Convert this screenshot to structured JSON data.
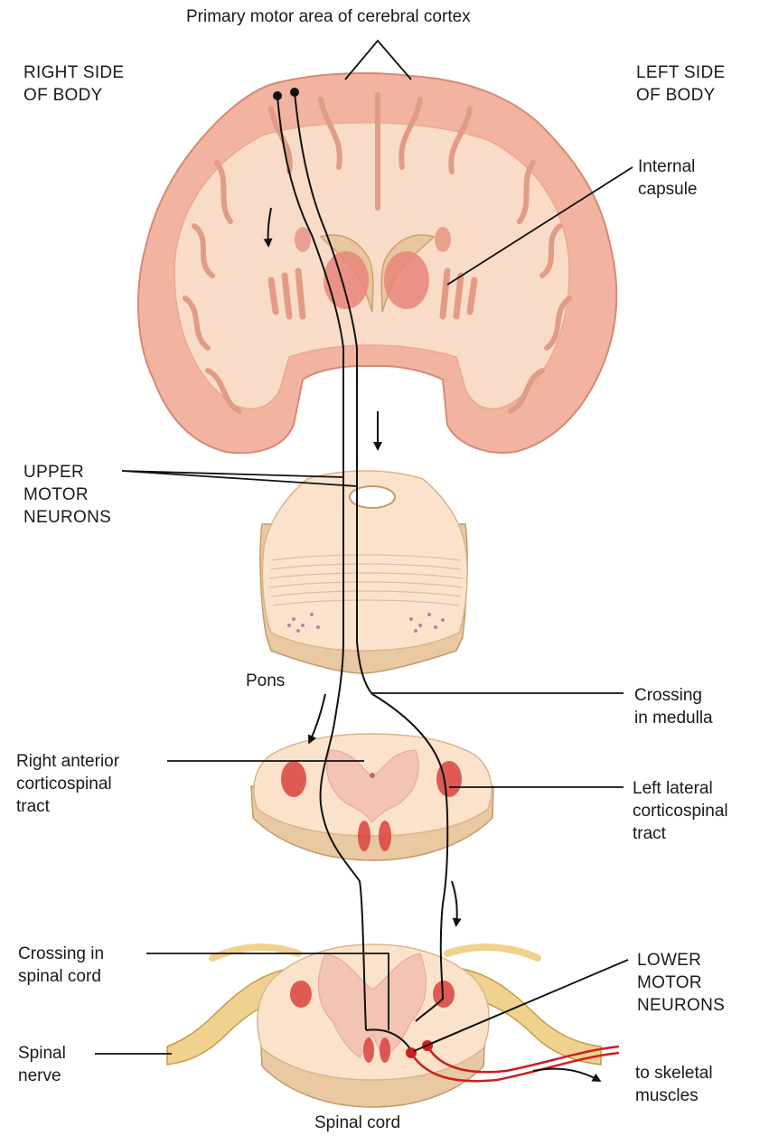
{
  "labels": {
    "primary_motor_area": "Primary motor area of cerebral cortex",
    "right_side": "RIGHT SIDE\nOF BODY",
    "left_side": "LEFT SIDE\nOF BODY",
    "internal_capsule": "Internal\ncapsule",
    "upper_motor_neurons": "UPPER\nMOTOR\nNEURONS",
    "pons": "Pons",
    "crossing_medulla": "Crossing\nin medulla",
    "left_lateral_tract": "Left lateral\ncorticospinal\ntract",
    "right_anterior_tract": "Right anterior\ncorticospinal\ntract",
    "crossing_spinal_cord": "Crossing in\nspinal cord",
    "lower_motor_neurons": "LOWER\nMOTOR\nNEURONS",
    "spinal_nerve": "Spinal\nnerve",
    "to_skeletal_muscles": "to skeletal\nmuscles",
    "spinal_cord": "Spinal cord"
  },
  "colors": {
    "brain_outer": "#f2b3a0",
    "brain_inner": "#f9dcc8",
    "nucleus": "#e9857a",
    "ventricle": "#e8c79e",
    "section_top": "#fbe3cb",
    "section_side": "#e9c9a2",
    "grey_matter": "#f3c4b4",
    "tract": "#d8423d",
    "nerve": "#f0d28f",
    "neuron_line": "#111111",
    "lower_neuron": "#cc1f1f"
  }
}
